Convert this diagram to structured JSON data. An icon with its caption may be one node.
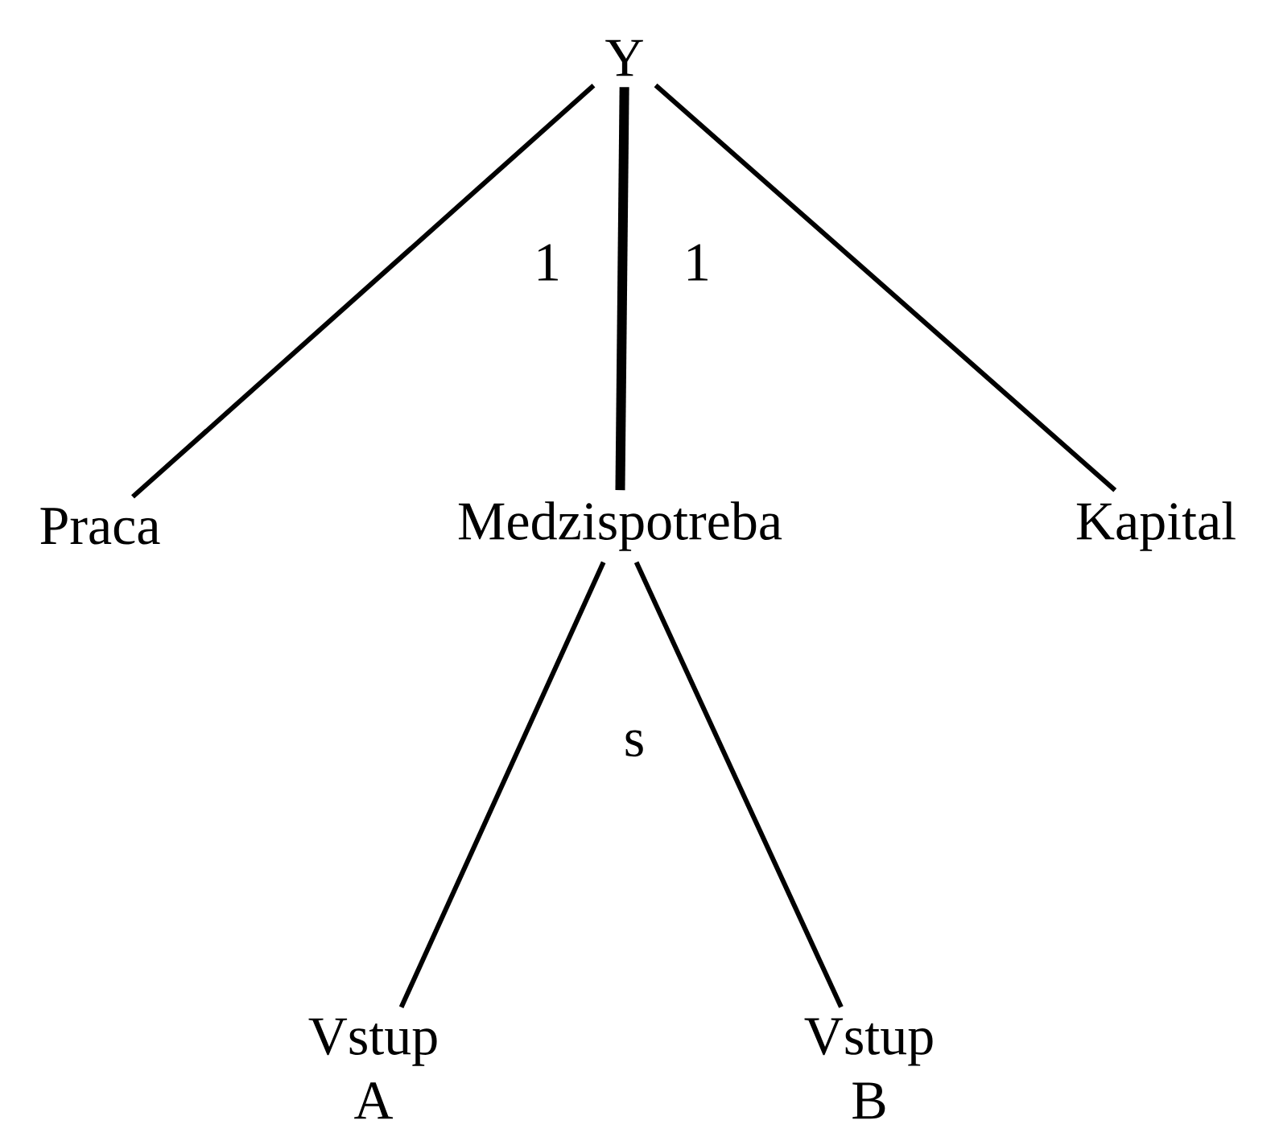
{
  "diagram": {
    "nodes": [
      {
        "text": [
          "Y"
        ]
      },
      {
        "text": [
          "Praca"
        ]
      },
      {
        "text": [
          "Medzispotreba"
        ]
      },
      {
        "text": [
          "Kapital"
        ]
      },
      {
        "text": [
          "Vstup A"
        ]
      },
      {
        "text": [
          "Vstup B"
        ]
      }
    ],
    "edges": [
      {
        "from": 0,
        "to": 1,
        "arrow": "none"
      },
      {
        "from": 0,
        "to": 2,
        "arrow": "none",
        "style": "thick"
      },
      {
        "from": 0,
        "to": 3,
        "arrow": "none"
      },
      {
        "from": 2,
        "to": 4,
        "arrow": "none"
      },
      {
        "from": 2,
        "to": 5,
        "arrow": "none"
      }
    ],
    "labels": [
      "1",
      "1",
      "s"
    ]
  }
}
